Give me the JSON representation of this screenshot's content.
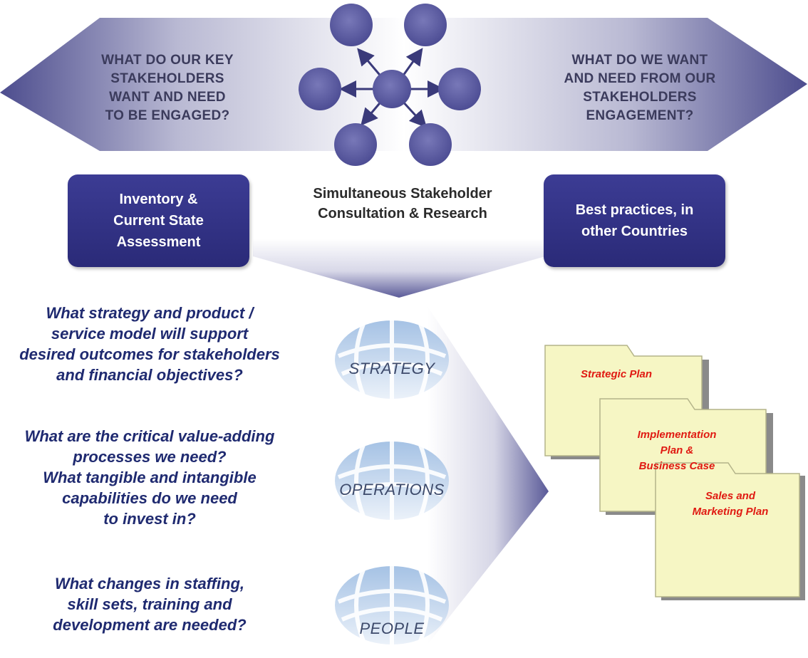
{
  "banner": {
    "left_text": [
      "WHAT DO OUR KEY",
      "STAKEHOLDERS",
      "WANT AND NEED",
      "TO BE ENGAGED?"
    ],
    "right_text": [
      "WHAT DO WE WANT",
      "AND NEED FROM OUR",
      "STAKEHOLDERS",
      "ENGAGEMENT?"
    ]
  },
  "boxes": {
    "left": "Inventory &\nCurrent State\nAssessment",
    "right": "Best practices, in\nother Countries"
  },
  "center_caption": [
    "Simultaneous Stakeholder",
    "Consultation & Research"
  ],
  "questions": {
    "strategy": [
      "What strategy and product /",
      "service model will support",
      "desired outcomes for stakeholders",
      "and financial objectives?"
    ],
    "operations": [
      "What are the critical value-adding",
      "processes we need?",
      "What tangible and intangible",
      "capabilities do we need",
      "to invest in?"
    ],
    "people": [
      "What changes in staffing,",
      "skill sets, training and",
      "development are needed?"
    ]
  },
  "globe_labels": {
    "strategy": "STRATEGY",
    "operations": "OPERATIONS",
    "people": "PEOPLE"
  },
  "folders": {
    "strategic": [
      "Strategic Plan"
    ],
    "implementation": [
      "Implementation",
      "Plan &",
      "Business Case"
    ],
    "sales": [
      "Sales and",
      "Marketing Plan"
    ]
  },
  "colors": {
    "banner_dark": "#4a4a8c",
    "box_fill": "#2f2f80",
    "question_text": "#1f2a70",
    "folder_fill": "#f6f6c4",
    "folder_text": "#e01a12",
    "node_fill": "#5d5da3"
  },
  "icons": [
    "stakeholder-network-icon",
    "globe-icon",
    "folder-icon"
  ]
}
